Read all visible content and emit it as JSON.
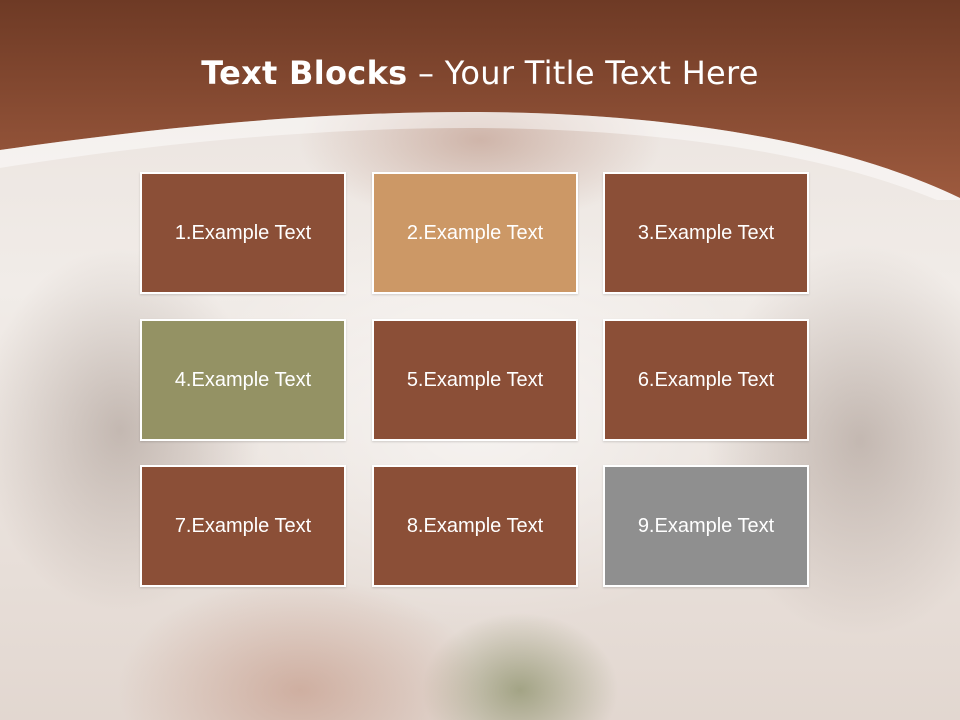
{
  "title": {
    "bold_part": "Text Blocks",
    "separator": " – ",
    "light_part": "Your Title Text Here"
  },
  "colors": {
    "header_brown": "#8f4f37",
    "block_brown": "#8b4f37",
    "block_tan": "#cc9866",
    "block_olive": "#949264",
    "block_gray": "#8f8f8f"
  },
  "blocks": [
    {
      "label": "1.Example Text",
      "color": "#8b4f37"
    },
    {
      "label": "2.Example Text",
      "color": "#cc9866"
    },
    {
      "label": "3.Example Text",
      "color": "#8b4f37"
    },
    {
      "label": "4.Example Text",
      "color": "#949264"
    },
    {
      "label": "5.Example Text",
      "color": "#8b4f37"
    },
    {
      "label": "6.Example Text",
      "color": "#8b4f37"
    },
    {
      "label": "7.Example Text",
      "color": "#8b4f37"
    },
    {
      "label": "8.Example Text",
      "color": "#8b4f37"
    },
    {
      "label": "9.Example Text",
      "color": "#8f8f8f"
    }
  ]
}
